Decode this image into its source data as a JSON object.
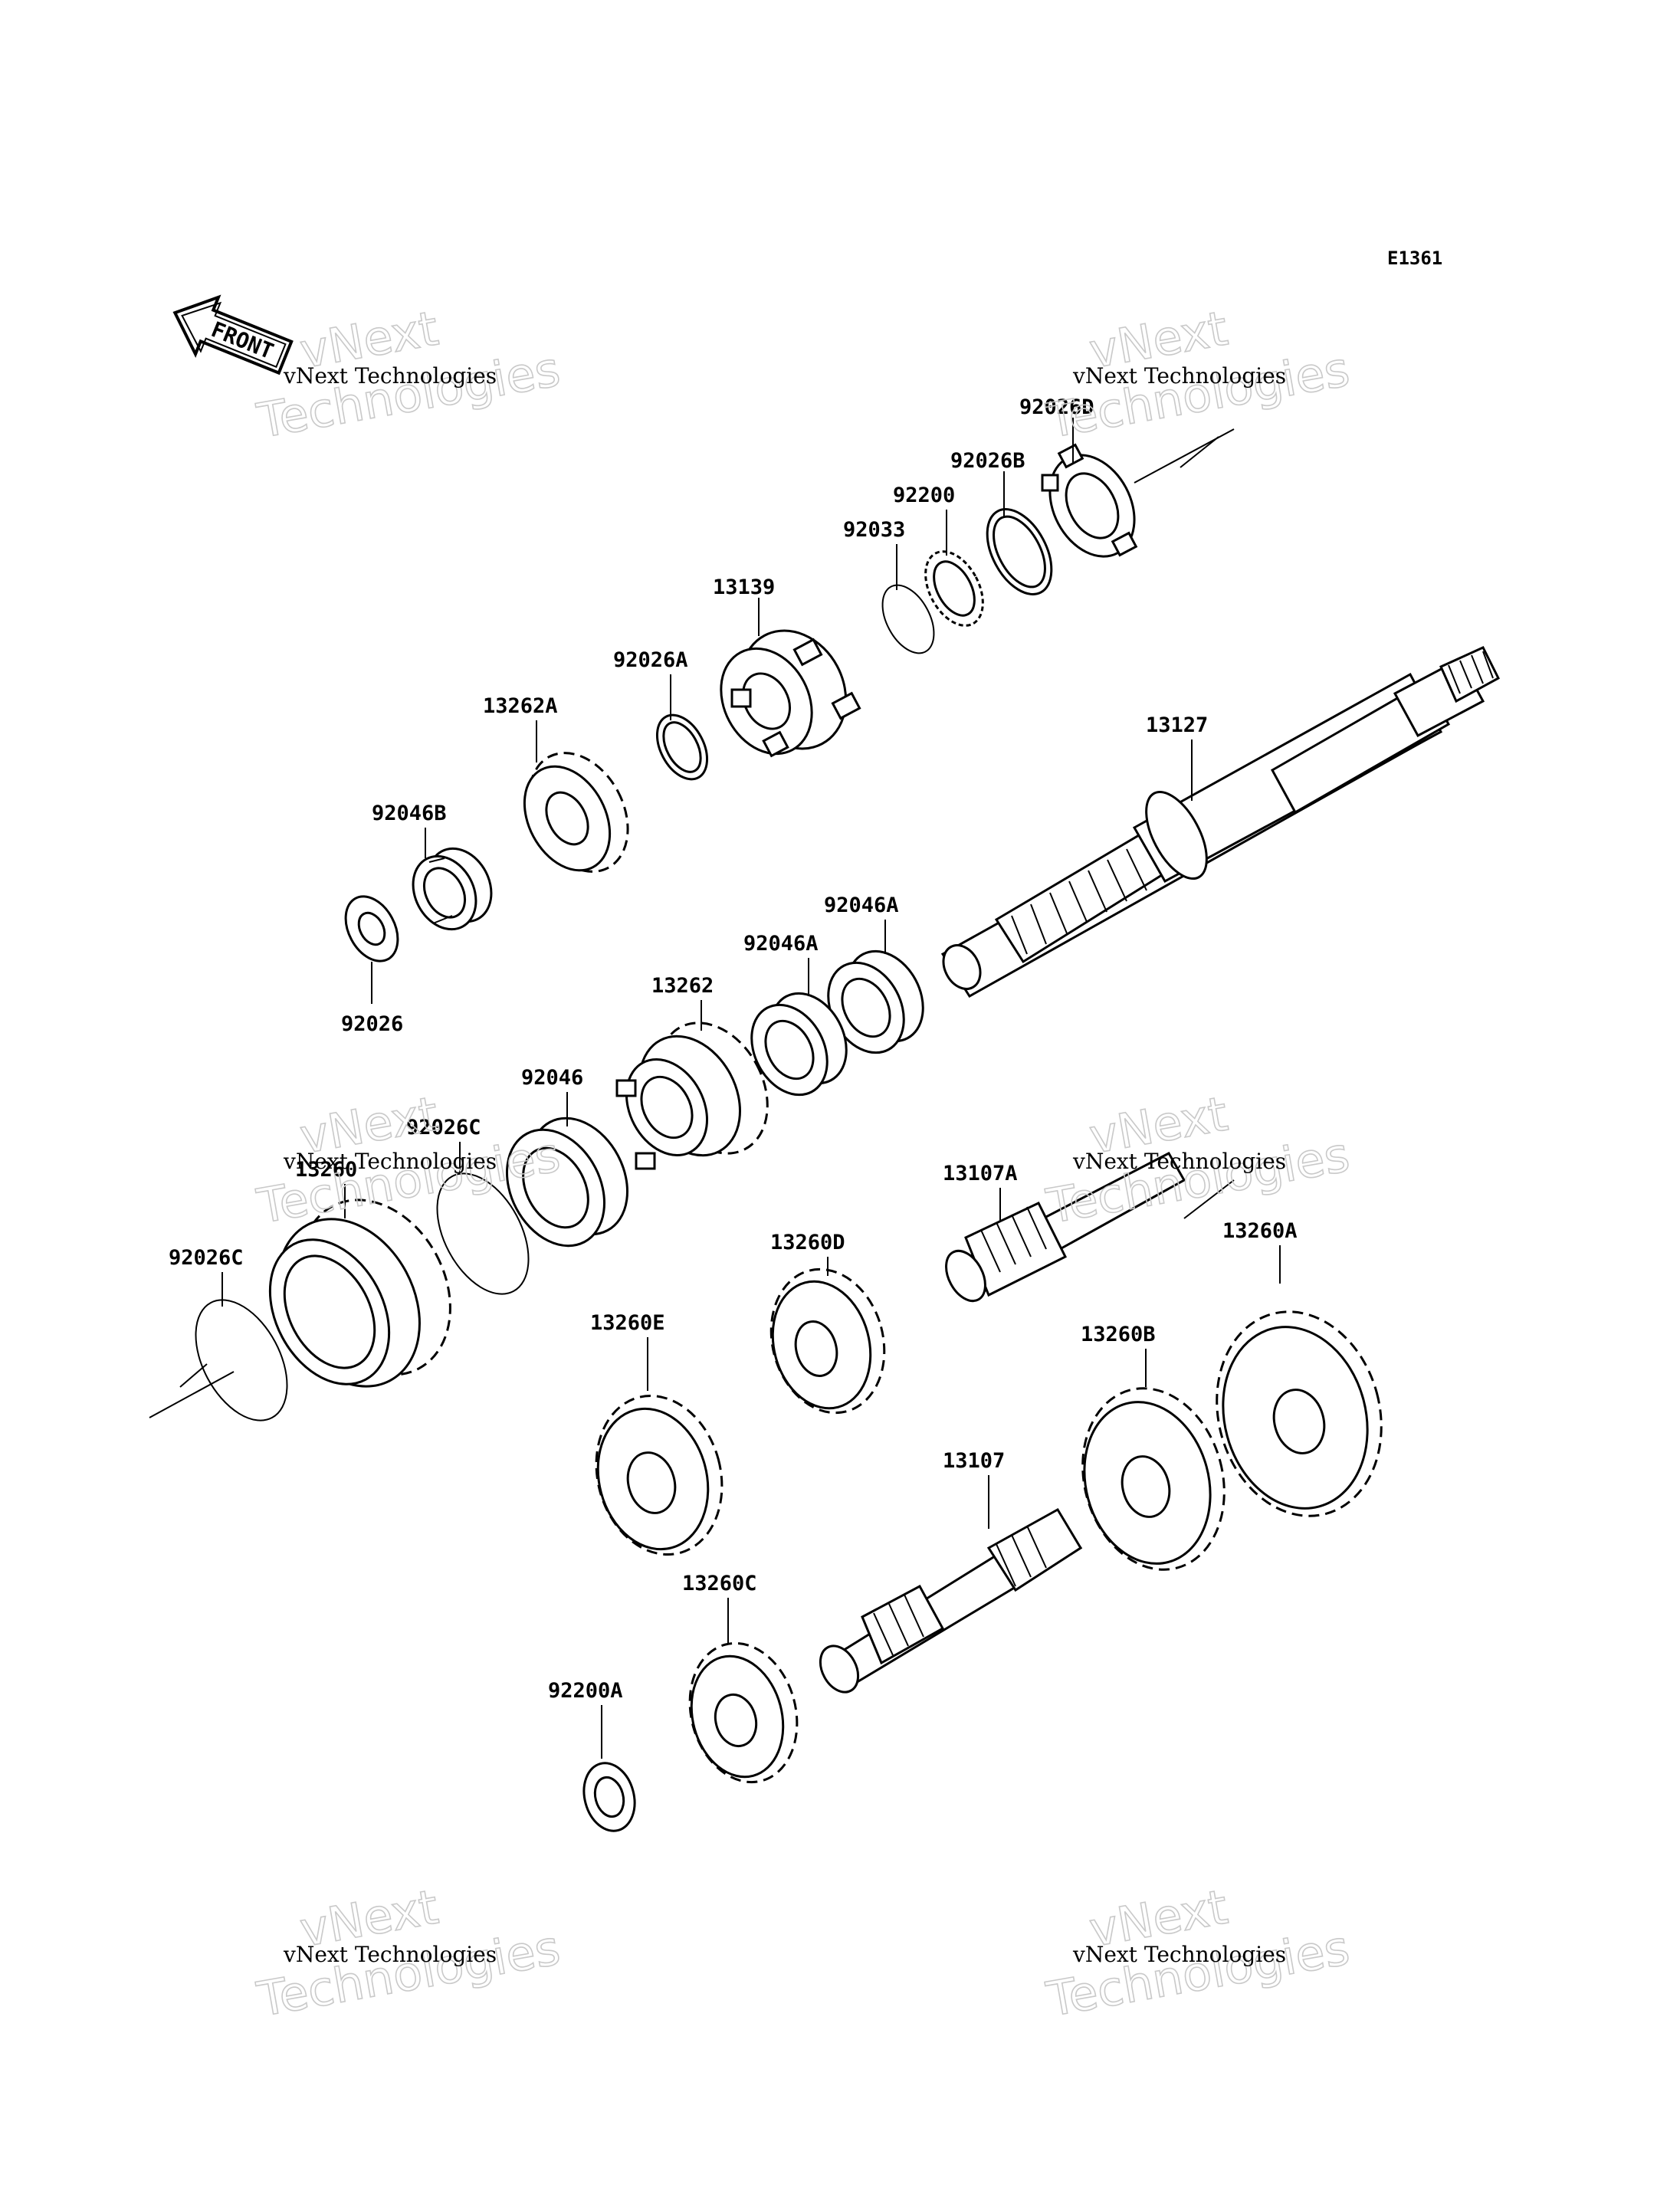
{
  "diagram": {
    "code": "E1361",
    "front_badge": "FRONT",
    "watermark": {
      "text": "vNext Technologies",
      "ghost_top": "vNext",
      "ghost_bottom": "Technologies"
    },
    "part_labels": {
      "p92026D": "92026D",
      "p92026B": "92026B",
      "p92200": "92200",
      "p92033": "92033",
      "p13139": "13139",
      "p92026A": "92026A",
      "p13262A": "13262A",
      "p13127": "13127",
      "p92046B": "92046B",
      "p92026": "92026",
      "p92046A_1": "92046A",
      "p92046A_2": "92046A",
      "p13262": "13262",
      "p92046": "92046",
      "p92026C_1": "92026C",
      "p13260": "13260",
      "p92026C_2": "92026C",
      "p13107A": "13107A",
      "p13260A": "13260A",
      "p13260D": "13260D",
      "p13260E": "13260E",
      "p13260B": "13260B",
      "p13107": "13107",
      "p13260C": "13260C",
      "p92200A": "92200A"
    }
  }
}
